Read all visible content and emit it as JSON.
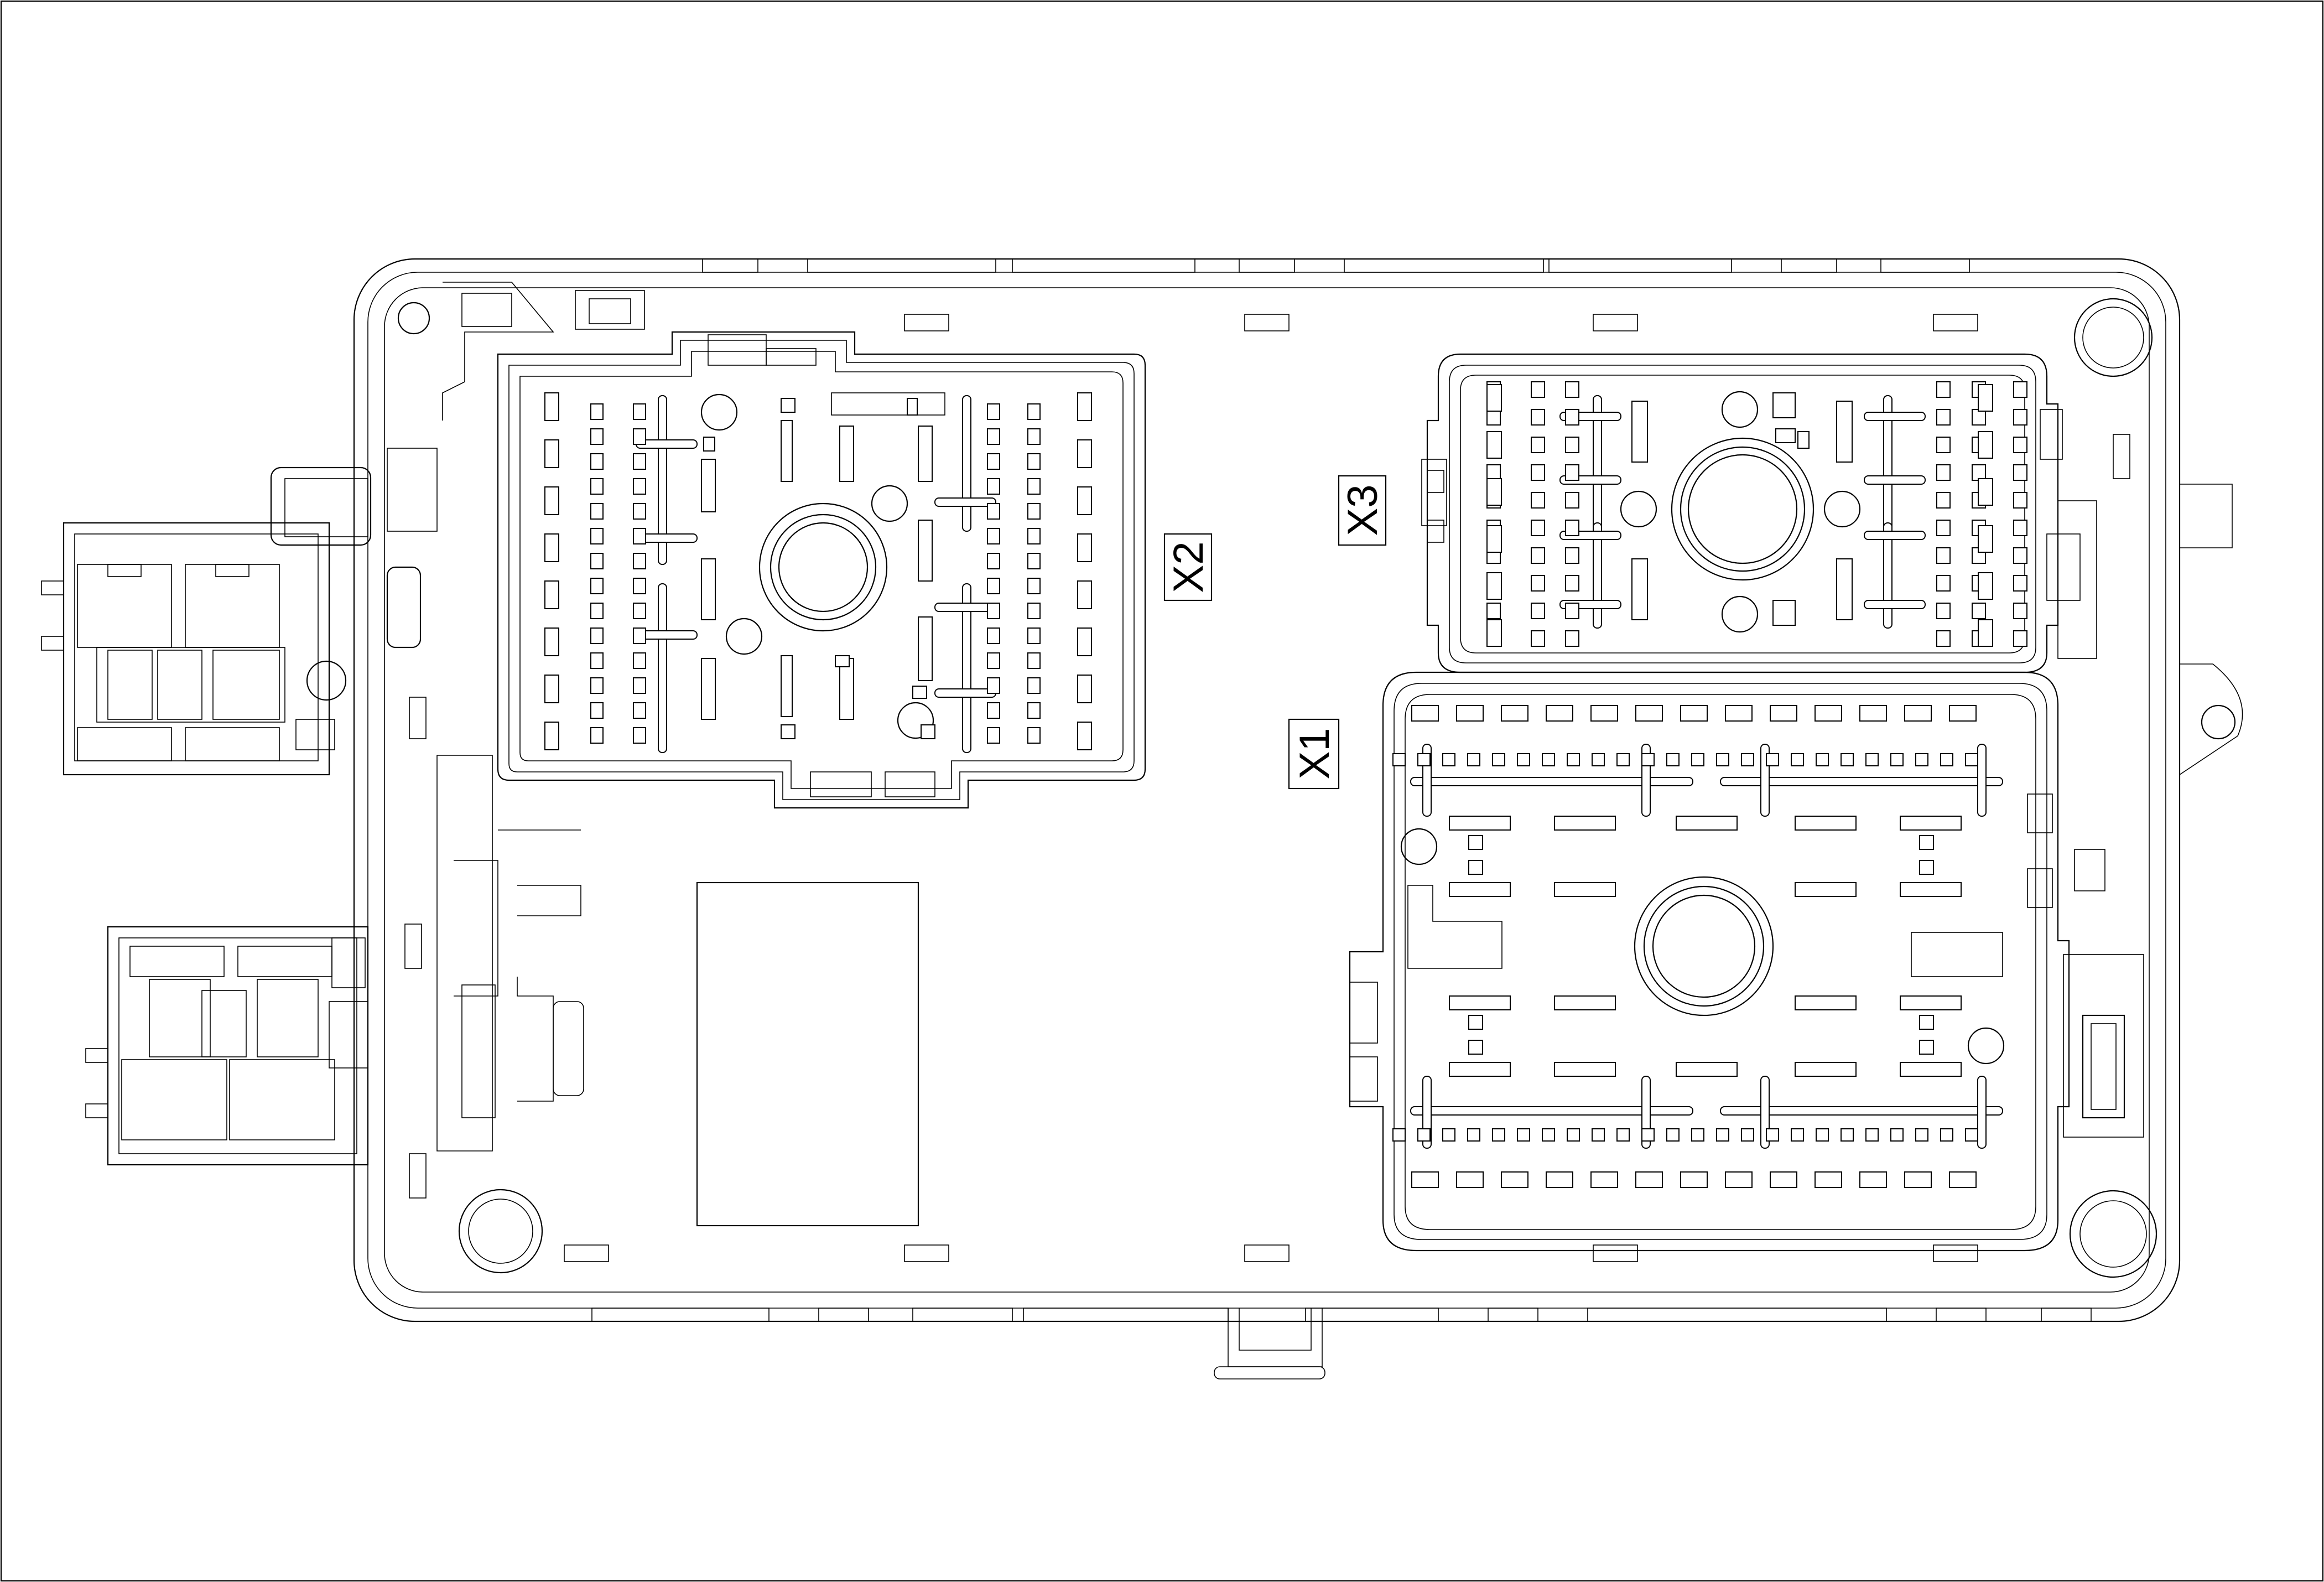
{
  "diagram": {
    "connectors": [
      {
        "id": "x1",
        "label": "X1"
      },
      {
        "id": "x2",
        "label": "X2"
      },
      {
        "id": "x3",
        "label": "X3"
      }
    ]
  }
}
